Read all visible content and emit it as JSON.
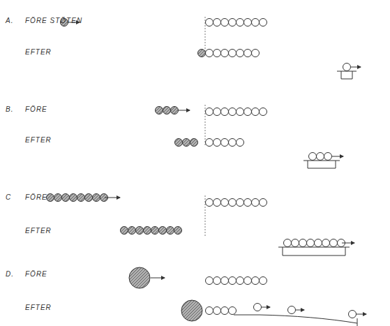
{
  "diagram": {
    "labels": [
      "A.",
      "FÖRE STÖTEN",
      "EFTER",
      "B.",
      "FÖRE",
      "EFTER",
      "C",
      "FÖRE",
      "EFTER",
      "D.",
      "FÖRE",
      "EFTER"
    ]
  }
}
